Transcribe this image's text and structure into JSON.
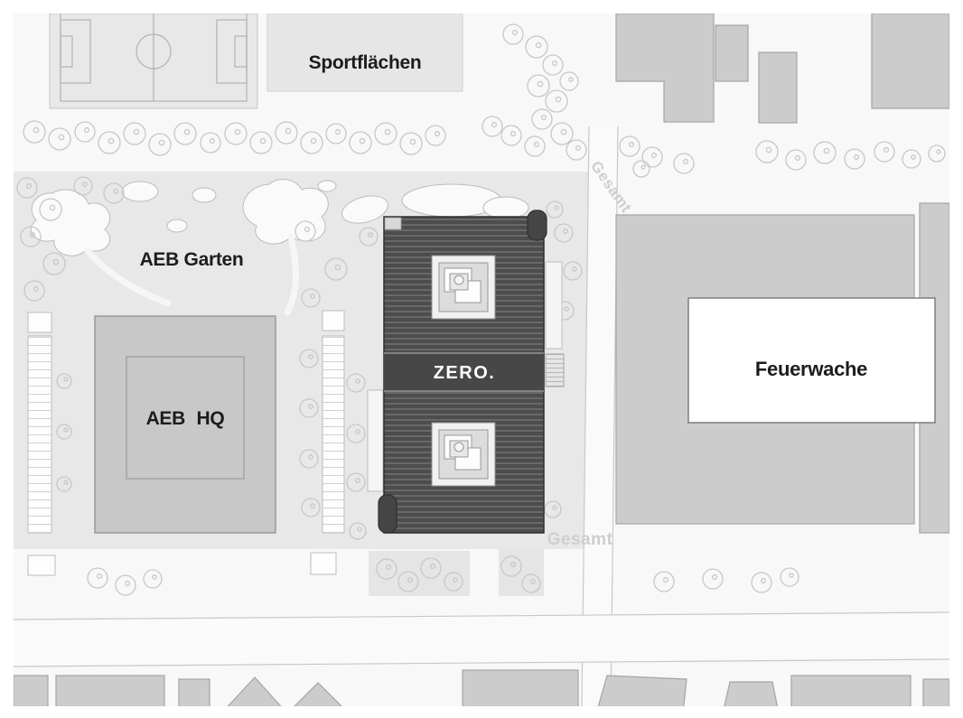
{
  "labels": {
    "sportflaechen": "Sportflächen",
    "aeb_garten": "AEB Garten",
    "aeb_hq": "AEB HQ",
    "zero": "ZERO.",
    "feuerwache": "Feuerwache",
    "gesamt": "Gesamt",
    "gesamt_rotated": "Gesamt"
  },
  "colors": {
    "park": "#e9e8e8",
    "building-light": "#cdcccc",
    "building-dark": "#4d4d4d",
    "road": "#fbfafa",
    "outline": "#a5a4a4",
    "label": "#1c1c1c",
    "faint": "#cfcecf"
  }
}
